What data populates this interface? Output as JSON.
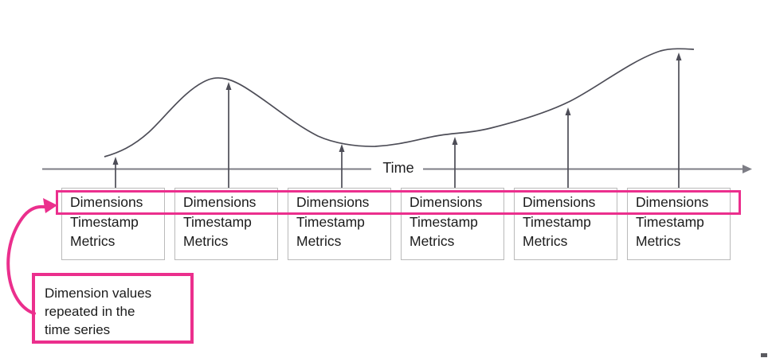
{
  "colors": {
    "highlight_pink": "#EB2F8D",
    "curve_stroke": "#4D4D57",
    "axis_stroke": "#7D7D85",
    "box_border": "#BABABA",
    "text_dark": "#1B1B1B"
  },
  "axis": {
    "label": "Time"
  },
  "boxes": {
    "items": [
      {
        "lines": [
          "Dimensions",
          "Timestamp",
          "Metrics"
        ]
      },
      {
        "lines": [
          "Dimensions",
          "Timestamp",
          "Metrics"
        ]
      },
      {
        "lines": [
          "Dimensions",
          "Timestamp",
          "Metrics"
        ]
      },
      {
        "lines": [
          "Dimensions",
          "Timestamp",
          "Metrics"
        ]
      },
      {
        "lines": [
          "Dimensions",
          "Timestamp",
          "Metrics"
        ]
      },
      {
        "lines": [
          "Dimensions",
          "Timestamp",
          "Metrics"
        ]
      }
    ]
  },
  "callout": {
    "lines": [
      "Dimension values",
      "repeated in the",
      "time series"
    ]
  }
}
